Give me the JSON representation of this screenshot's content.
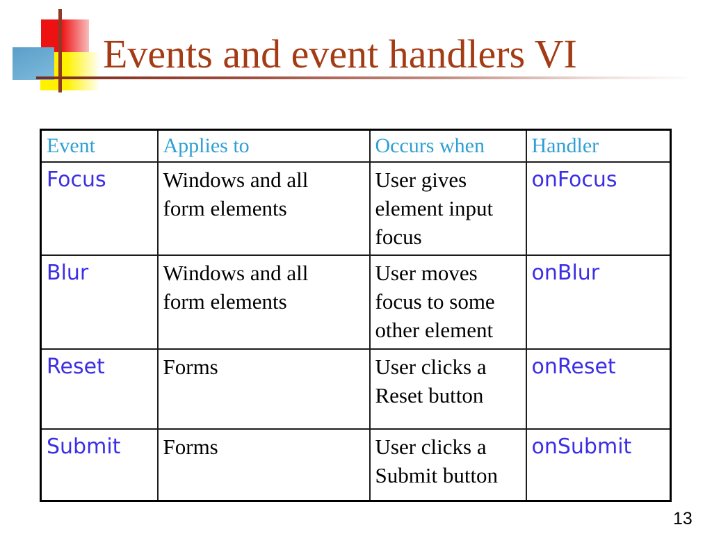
{
  "slide": {
    "title": "Events and event handlers VI",
    "page_number": "13"
  },
  "table": {
    "headers": [
      "Event",
      "Applies to",
      "Occurs when",
      "Handler"
    ],
    "rows": [
      {
        "event": "Focus",
        "applies_to": "Windows and all\nform elements",
        "occurs_when": "User gives\nelement input\nfocus",
        "handler": "onFocus"
      },
      {
        "event": "Blur",
        "applies_to": "Windows and all\nform elements",
        "occurs_when": "User moves\nfocus to some\nother element",
        "handler": "onBlur"
      },
      {
        "event": "Reset",
        "applies_to": "Forms",
        "occurs_when": "User clicks a\nReset button",
        "handler": "onReset"
      },
      {
        "event": "Submit",
        "applies_to": "Forms",
        "occurs_when": "User clicks a\nSubmit button",
        "handler": "onSubmit"
      }
    ]
  },
  "colors": {
    "title_color": "#A33C14",
    "header_text_color": "#2E9FD4",
    "event_text_color": "#3C2EE4",
    "body_text_color": "#000000",
    "accent_dark": "#8E3A26",
    "square_red": "#EE1111",
    "square_blue": "#5B9EC9",
    "square_yellow": "#FFF200"
  }
}
